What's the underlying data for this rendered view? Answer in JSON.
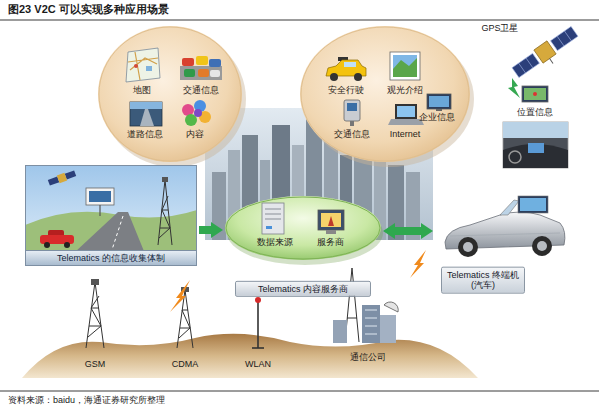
{
  "diagram": {
    "title": "图23 V2C 可以实现多种应用场景",
    "caption": "资料来源：baidu，海通证券研究所整理",
    "nodes": [
      {
        "text": [
          "地图",
          "交通信息",
          "道路信息",
          "内容"
        ]
      },
      {
        "text": [
          "安全行驶",
          "观光介绍",
          "企业信息",
          "交通信息",
          "Internet"
        ]
      },
      {
        "text": [
          "Telematics 的信息收集体制"
        ]
      },
      {
        "text": [
          "Telematics 内容服务商"
        ]
      },
      {
        "text": [
          "数据来源"
        ],
        "in": 3
      },
      {
        "text": [
          "服务商"
        ],
        "in": 3
      },
      {
        "text": [
          "Telematics 终端机 (汽车)"
        ]
      }
    ],
    "edges": [
      {
        "from": 2,
        "to": 3,
        "arrow": "to"
      },
      {
        "from": 3,
        "to": 6,
        "arrow": "both"
      }
    ],
    "labels": [
      "GPS卫星",
      "位置信息",
      "GSM",
      "CDMA",
      "WLAN",
      "通信公司"
    ]
  }
}
